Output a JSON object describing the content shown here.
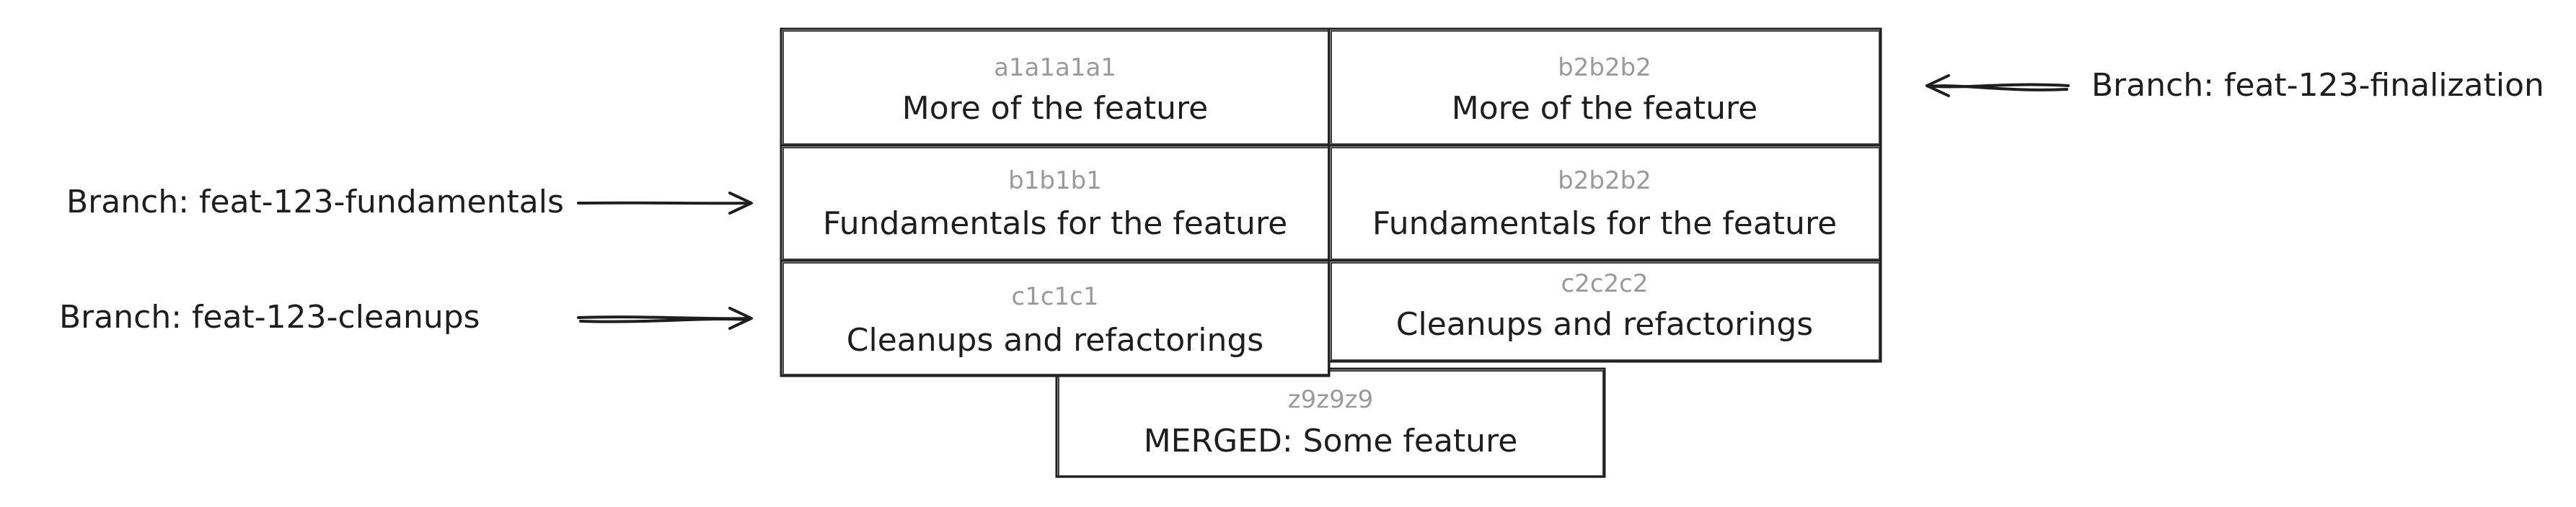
{
  "commits": {
    "a1": {
      "hash": "a1a1a1a1",
      "message": "More of the feature"
    },
    "b2top": {
      "hash": "b2b2b2",
      "message": "More of the feature"
    },
    "b1": {
      "hash": "b1b1b1",
      "message": "Fundamentals for the feature"
    },
    "b2mid": {
      "hash": "b2b2b2",
      "message": "Fundamentals for the feature"
    },
    "c1": {
      "hash": "c1c1c1",
      "message": "Cleanups and refactorings"
    },
    "c2": {
      "hash": "c2c2c2",
      "message": "Cleanups and refactorings"
    },
    "z9": {
      "hash": "z9z9z9",
      "message": "MERGED: Some feature"
    }
  },
  "branches": {
    "fundamentals": "Branch: feat-123-fundamentals",
    "cleanups": "Branch: feat-123-cleanups",
    "finalization": "Branch: feat-123-finalization"
  }
}
